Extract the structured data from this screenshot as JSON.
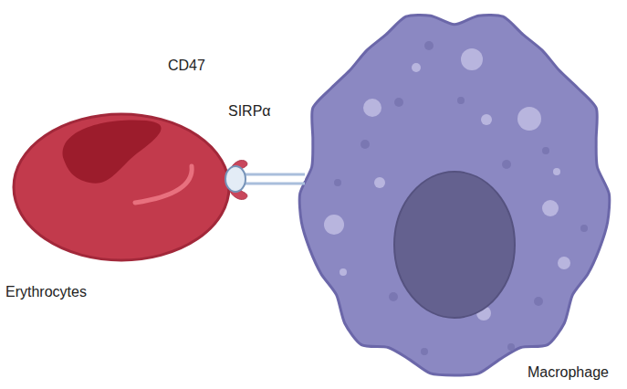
{
  "diagram": {
    "labels": [
      "CD47",
      "SIRPα",
      "Erythrocytes",
      "Macrophage"
    ]
  }
}
